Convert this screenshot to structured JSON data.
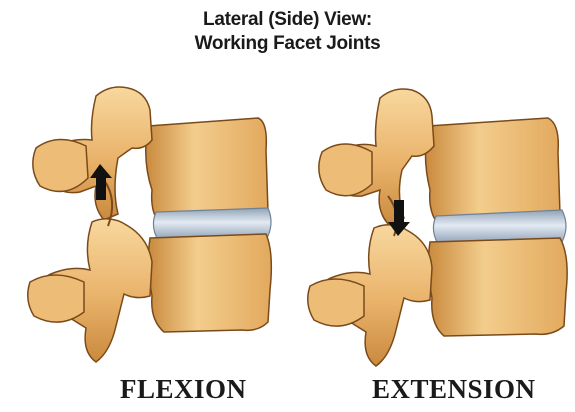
{
  "title": {
    "line1": "Lateral (Side) View:",
    "line2": "Working Facet Joints"
  },
  "panels": [
    {
      "label": "FLEXION",
      "arrow_direction": "up"
    },
    {
      "label": "EXTENSION",
      "arrow_direction": "down"
    }
  ],
  "colors": {
    "bone": "#e8b26a",
    "bone_light": "#f6d59a",
    "bone_shadow": "#b9782f",
    "outline": "#7a4a1a",
    "disc": "#a9b9cc",
    "disc_light": "#dde6f0",
    "arrow": "#111111"
  }
}
